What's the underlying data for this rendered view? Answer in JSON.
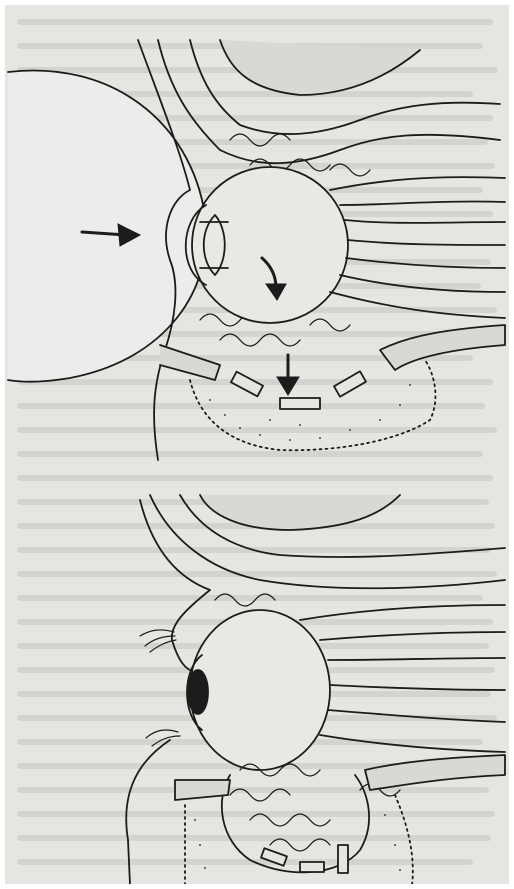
{
  "figure": {
    "panels": [
      {
        "id": "upper",
        "arrow_count": 3
      },
      {
        "id": "lower",
        "arrow_count": 0
      }
    ]
  },
  "colors": {
    "paper": "#e6e5e1",
    "ink": "#1c1c1c",
    "bleed_through_text": "#c7c6c1",
    "frame": "#ffffff"
  }
}
